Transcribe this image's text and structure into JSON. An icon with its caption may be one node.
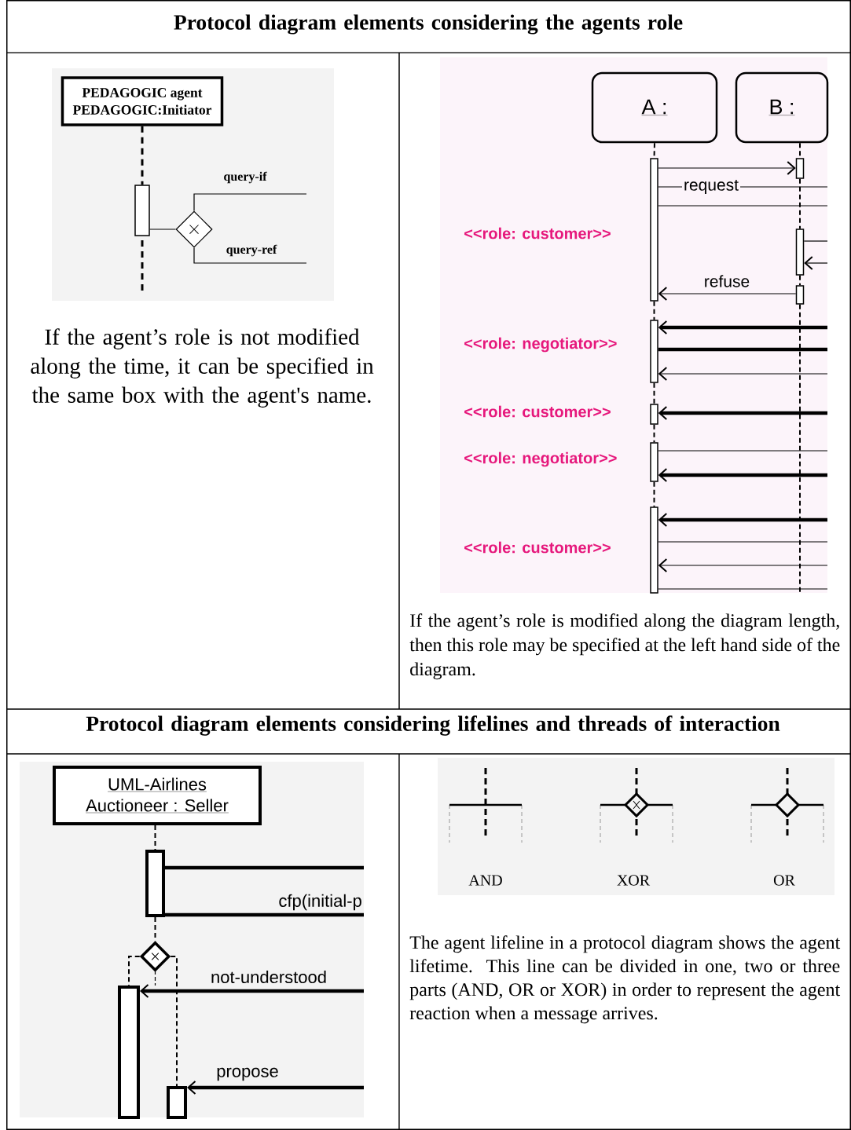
{
  "diagram": {
    "nodes": [
      {
        "text": [
          "PEDAGOGIC agent",
          "PEDAGOGIC:Initiator"
        ]
      },
      {
        "text": [],
        "shape": "bar"
      },
      {
        "text": [],
        "shape": "diamond"
      },
      {
        "text": [
          "A :"
        ]
      },
      {
        "text": [
          "B :"
        ]
      },
      {
        "text": [],
        "shape": "bar"
      },
      {
        "text": [],
        "shape": "bar"
      },
      {
        "text": [],
        "shape": "bar"
      },
      {
        "text": [],
        "shape": "bar"
      },
      {
        "text": [],
        "shape": "bar"
      },
      {
        "text": [],
        "shape": "bar"
      },
      {
        "text": [],
        "shape": "bar"
      },
      {
        "text": [],
        "shape": "bar"
      },
      {
        "text": [
          "UML-Airlines",
          "Auctioneer : Seller"
        ]
      },
      {
        "text": [],
        "shape": "bar"
      },
      {
        "text": [],
        "shape": "diamond"
      },
      {
        "text": [],
        "shape": "bar"
      },
      {
        "text": [],
        "shape": "bar"
      }
    ],
    "edges": [
      {
        "from": 0,
        "to": 1,
        "arrow": "none",
        "style": "dashed"
      },
      {
        "from": 1,
        "to": 2,
        "arrow": "none"
      },
      {
        "from": 2,
        "to": null,
        "arrow": "none",
        "label": "query-if"
      },
      {
        "from": 2,
        "to": null,
        "arrow": "none",
        "label": "query-ref"
      },
      {
        "from": 3,
        "to": 5,
        "arrow": "none",
        "style": "dashed"
      },
      {
        "from": 5,
        "to": 6,
        "arrow": "none",
        "style": "dashed"
      },
      {
        "from": 6,
        "to": 7,
        "arrow": "none",
        "style": "dashed"
      },
      {
        "from": 7,
        "to": 8,
        "arrow": "none",
        "style": "dashed"
      },
      {
        "from": 8,
        "to": 9,
        "arrow": "none",
        "style": "dashed"
      },
      {
        "from": 4,
        "to": 10,
        "arrow": "none",
        "style": "dashed"
      },
      {
        "from": 10,
        "to": 11,
        "arrow": "none",
        "style": "dashed"
      },
      {
        "from": 11,
        "to": 12,
        "arrow": "none",
        "style": "dashed"
      },
      {
        "from": 12,
        "to": null,
        "arrow": "none",
        "style": "dashed"
      },
      {
        "from": 5,
        "to": 10,
        "arrow": "to"
      },
      {
        "from": 5,
        "to": null,
        "arrow": "none",
        "label": "request"
      },
      {
        "from": 5,
        "to": null,
        "arrow": "none"
      },
      {
        "from": 11,
        "to": null,
        "arrow": "none"
      },
      {
        "from": null,
        "to": 11,
        "arrow": "to"
      },
      {
        "from": 12,
        "to": 5,
        "arrow": "to",
        "label": "refuse"
      },
      {
        "from": null,
        "to": 6,
        "arrow": "to",
        "style": "thick"
      },
      {
        "from": 6,
        "to": null,
        "arrow": "none",
        "style": "thick"
      },
      {
        "from": null,
        "to": 6,
        "arrow": "to"
      },
      {
        "from": null,
        "to": 7,
        "arrow": "to",
        "style": "thick"
      },
      {
        "from": 8,
        "to": null,
        "arrow": "none"
      },
      {
        "from": null,
        "to": 8,
        "arrow": "to",
        "style": "thick"
      },
      {
        "from": null,
        "to": 9,
        "arrow": "to",
        "style": "thick"
      },
      {
        "from": 9,
        "to": null,
        "arrow": "none"
      },
      {
        "from": null,
        "to": 9,
        "arrow": "to"
      },
      {
        "from": 9,
        "to": null,
        "arrow": "none"
      },
      {
        "from": 13,
        "to": 14,
        "arrow": "none",
        "style": "dashed"
      },
      {
        "from": 14,
        "to": 15,
        "arrow": "none",
        "style": "dashed"
      },
      {
        "from": 14,
        "to": null,
        "arrow": "none",
        "style": "thick"
      },
      {
        "from": 14,
        "to": null,
        "arrow": "none",
        "style": "thick",
        "label": "cfp(initial-p"
      },
      {
        "from": 15,
        "to": 16,
        "arrow": "none",
        "style": "dashed"
      },
      {
        "from": 15,
        "to": 17,
        "arrow": "none",
        "style": "dashed"
      },
      {
        "from": null,
        "to": 16,
        "arrow": "to",
        "style": "thick",
        "label": "not-understood"
      },
      {
        "from": null,
        "to": 17,
        "arrow": "to",
        "style": "thick",
        "label": "propose"
      }
    ],
    "labels": [
      "Protocol diagram elements considering the agents role",
      "If the agent’s role is not modified along the time, it can be specified in the same box with the agent's name.",
      "<<role: customer>>",
      "<<role: negotiator>>",
      "<<role: customer>>",
      "<<role: negotiator>>",
      "<<role: customer>>",
      "If the agent’s role is modified along the diagram length, then this role may be specified at the left hand side of the diagram.",
      "Protocol diagram elements considering lifelines and threads of interaction",
      "AND",
      "XOR",
      "OR",
      "The agent lifeline in a protocol diagram shows the agent lifetime. This line can be divided in one, two or three parts (AND, OR or XOR) in order to represent the agent reaction when a message arrives."
    ]
  }
}
